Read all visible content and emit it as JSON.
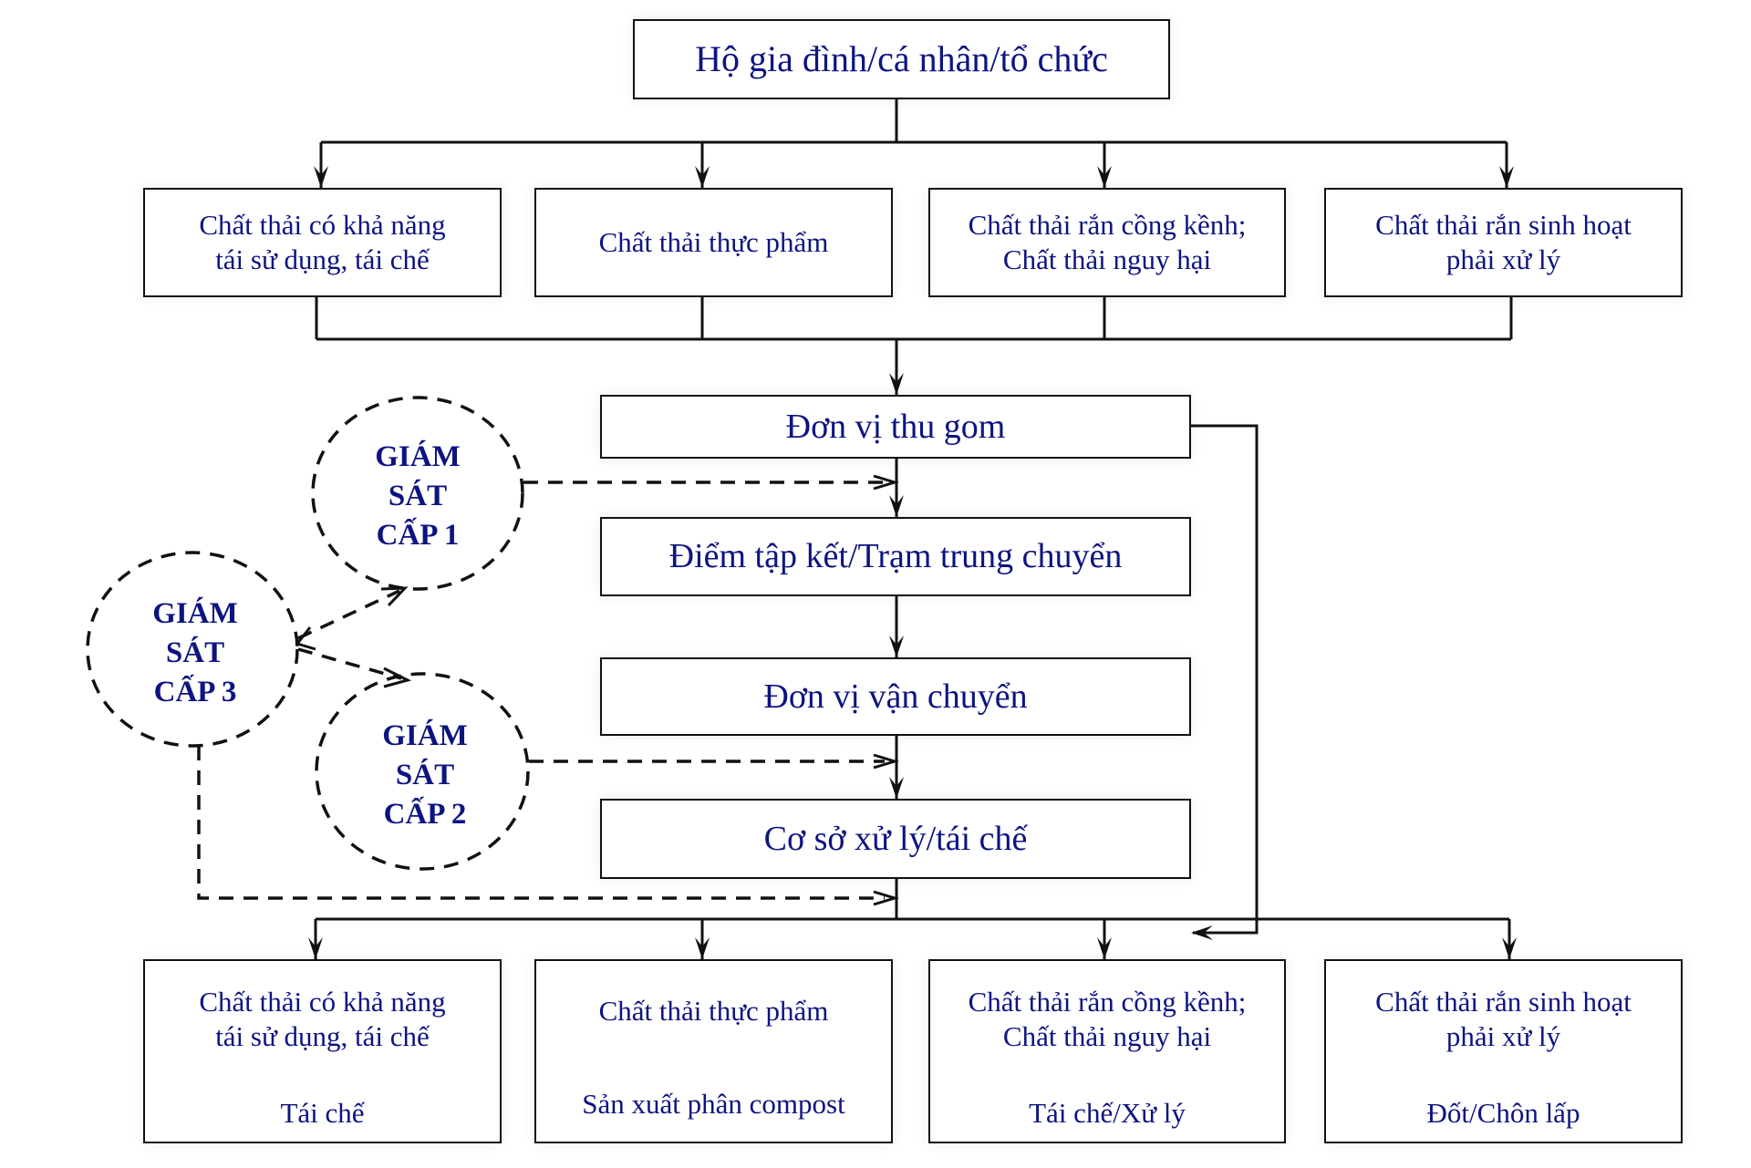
{
  "source": {
    "label": "Hộ gia đình/cá nhân/tổ chức"
  },
  "waste_types": [
    {
      "lines": [
        "Chất thải có khả năng",
        "tái sử dụng, tái chế"
      ]
    },
    {
      "lines": [
        "Chất thải thực phẩm"
      ]
    },
    {
      "lines": [
        "Chất thải rắn cồng kềnh;",
        "Chất thải nguy hại"
      ]
    },
    {
      "lines": [
        "Chất thải rắn sinh hoạt",
        "phải xử lý"
      ]
    }
  ],
  "process_steps": [
    {
      "label": "Đơn vị thu gom"
    },
    {
      "label": "Điểm tập kết/Trạm trung chuyển"
    },
    {
      "label": "Đơn vị vận chuyển"
    },
    {
      "label": "Cơ sở xử lý/tái chế"
    }
  ],
  "outcomes": [
    {
      "lines": [
        "Chất thải có khả năng",
        "tái sử dụng, tái chế"
      ],
      "result": "Tái chế"
    },
    {
      "lines": [
        "Chất thải thực phẩm"
      ],
      "result": "Sản xuất phân compost"
    },
    {
      "lines": [
        "Chất thải rắn cồng kềnh;",
        "Chất thải nguy hại"
      ],
      "result": "Tái chế/Xử lý"
    },
    {
      "lines": [
        "Chất thải rắn sinh hoạt",
        "phải xử lý"
      ],
      "result": "Đốt/Chôn lấp"
    }
  ],
  "monitoring": [
    {
      "lines": [
        "GIÁM",
        "SÁT",
        "CẤP 1"
      ]
    },
    {
      "lines": [
        "GIÁM",
        "SÁT",
        "CẤP 2"
      ]
    },
    {
      "lines": [
        "GIÁM",
        "SÁT",
        "CẤP 3"
      ]
    }
  ],
  "colors": {
    "text": "#0d1480",
    "line": "#111111"
  }
}
